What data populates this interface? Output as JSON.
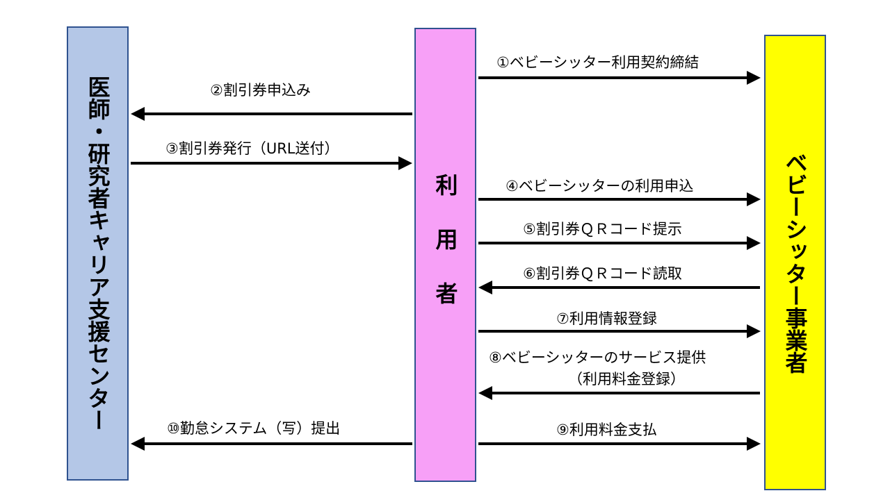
{
  "columns": {
    "left": "医師・研究者キャリア支援センター",
    "middle": "利用者",
    "right": "ベビーシッター事業者"
  },
  "steps": {
    "s1": "①ベビーシッター利用契約締結",
    "s2": "②割引券申込み",
    "s3": "③割引券発行（URL送付）",
    "s4": "④ベビーシッターの利用申込",
    "s5": "⑤割引券ＱＲコード提示",
    "s6": "⑥割引券ＱＲコード読取",
    "s7": "⑦利用情報登録",
    "s8a": "⑧ベビーシッターのサービス提供",
    "s8b": "（利用料金登録）",
    "s9": "⑨利用料金支払",
    "s10": "⑩勤怠システム（写）提出"
  },
  "colors": {
    "left_fill": "#b4c7e7",
    "middle_fill": "#f7a0f7",
    "right_fill": "#ffff00",
    "border": "#2f528f",
    "arrow": "#000000"
  }
}
